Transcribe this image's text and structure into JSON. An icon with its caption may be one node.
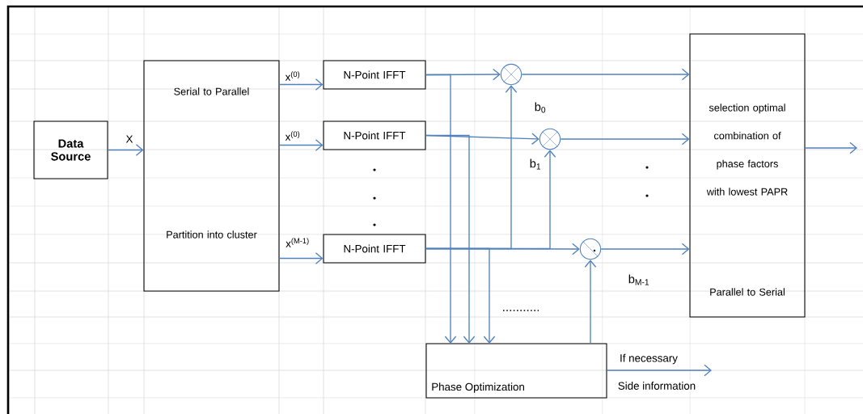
{
  "diagram": {
    "nodes": [
      {
        "text": [
          "Data Source"
        ]
      },
      {
        "text": [
          "Serial to Parallel",
          "Partition into cluster"
        ]
      },
      {
        "text": [
          "N-Point IFFT"
        ]
      },
      {
        "text": [
          "N-Point IFFT"
        ]
      },
      {
        "text": [
          "N-Point IFFT"
        ]
      },
      {
        "text": [],
        "shape": "circle",
        "beside": [
          "b$_{0}$"
        ]
      },
      {
        "text": [],
        "shape": "circle",
        "beside": [
          "b$_{1}$"
        ]
      },
      {
        "text": [],
        "shape": "circle",
        "beside": [
          "b$_{M-1}$"
        ]
      },
      {
        "text": [
          "selection optimal combination of phase factors with lowest PAPR",
          "Parallel to Serial"
        ]
      },
      {
        "text": [
          "Phase Optimization"
        ]
      }
    ],
    "edges": [
      {
        "from": 0,
        "to": 1,
        "arrow": "to",
        "label": "X"
      },
      {
        "from": 1,
        "to": 2,
        "arrow": "to",
        "label": "x$^{(0)}$"
      },
      {
        "from": 1,
        "to": 3,
        "arrow": "to",
        "label": "x$^{(0)}$"
      },
      {
        "from": 1,
        "to": 4,
        "arrow": "to",
        "label": "x$^{(M-1)}$"
      },
      {
        "from": 2,
        "to": 5,
        "arrow": "to"
      },
      {
        "from": 3,
        "to": 6,
        "arrow": "to"
      },
      {
        "from": 4,
        "to": 7,
        "arrow": "to"
      },
      {
        "from": 4,
        "to": 5,
        "arrow": "to"
      },
      {
        "from": 4,
        "to": 6,
        "arrow": "to"
      },
      {
        "from": 2,
        "to": 9,
        "arrow": "to"
      },
      {
        "from": 3,
        "to": 9,
        "arrow": "to"
      },
      {
        "from": 4,
        "to": 9,
        "arrow": "to"
      },
      {
        "from": 9,
        "to": 7,
        "arrow": "to"
      },
      {
        "from": 5,
        "to": 8,
        "arrow": "to"
      },
      {
        "from": 6,
        "to": 8,
        "arrow": "to"
      },
      {
        "from": 7,
        "to": 8,
        "arrow": "to"
      },
      {
        "from": 8,
        "to": null,
        "arrow": "to"
      },
      {
        "from": 9,
        "to": null,
        "arrow": "to",
        "label": "If necessary"
      }
    ],
    "labels": [
      "Side information"
    ]
  }
}
